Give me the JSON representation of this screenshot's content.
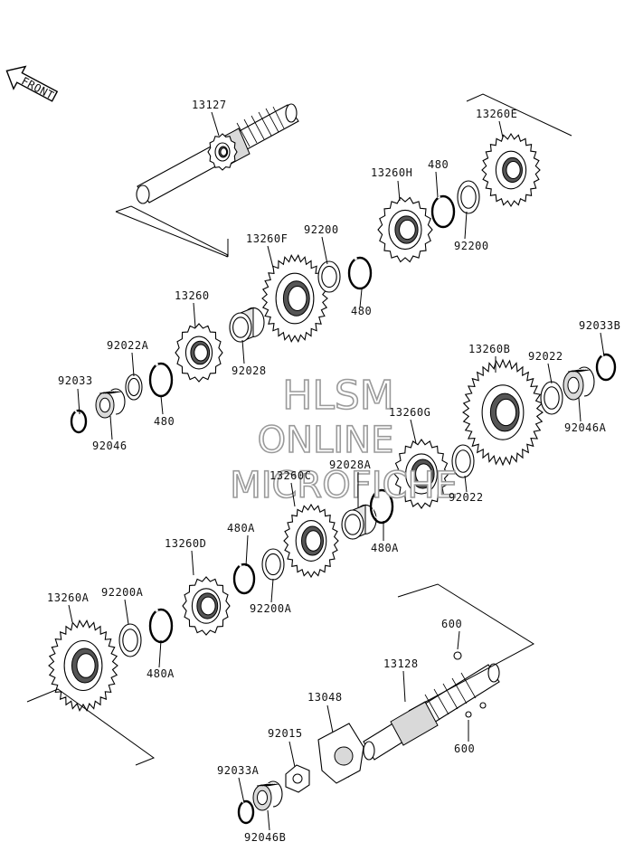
{
  "front_label": "FRONT",
  "watermark": {
    "line1": "HLSM",
    "line2": "ONLINE",
    "line3": "MICROFICHE"
  },
  "labels": {
    "p13127": "13127",
    "p13260E": "13260E",
    "p13260H": "13260H",
    "p480_top": "480",
    "p92200_top": "92200",
    "p92200_b": "92200",
    "p13260F": "13260F",
    "p480_f": "480",
    "p13260": "13260",
    "p92028": "92028",
    "p92022A": "92022A",
    "p92033": "92033",
    "p480_l": "480",
    "p92046": "92046",
    "p13260B": "13260B",
    "p92022": "92022",
    "p92033B": "92033B",
    "p92046A": "92046A",
    "p13260G": "13260G",
    "p92028A": "92028A",
    "p92022_b": "92022",
    "p13260C": "13260C",
    "p480A_c": "480A",
    "p480A_top": "480A",
    "p13260D": "13260D",
    "p92200A_r": "92200A",
    "p13260A": "13260A",
    "p92200A_l": "92200A",
    "p480A_l": "480A",
    "p600_top": "600",
    "p600_b": "600",
    "p13128": "13128",
    "p13048": "13048",
    "p92015": "92015",
    "p92033A": "92033A",
    "p92046B": "92046B"
  }
}
